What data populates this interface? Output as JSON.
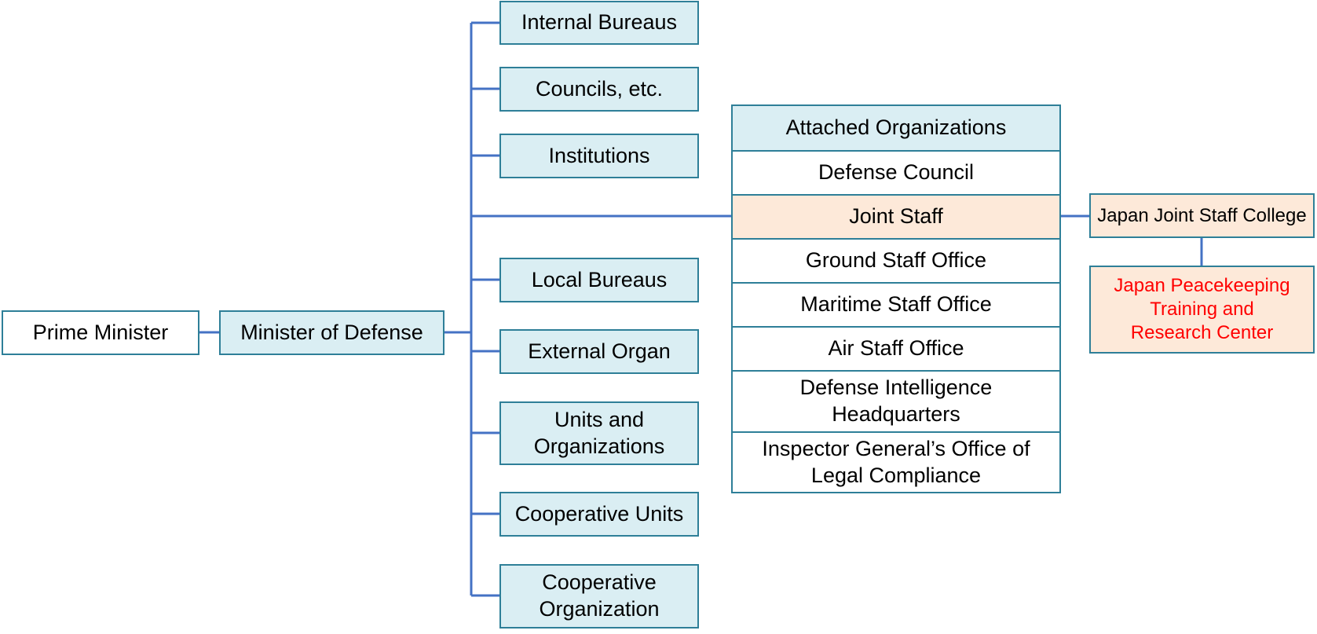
{
  "diagram": {
    "prime_minister": "Prime Minister",
    "minister_of_defense": "Minister of Defense",
    "branches": [
      "Internal Bureaus",
      "Councils, etc.",
      "Institutions",
      "Local Bureaus",
      "External Organ",
      "Units and Organizations",
      "Cooperative Units",
      "Cooperative Organization"
    ],
    "attached": {
      "header": "Attached Organizations",
      "items": [
        "Defense Council",
        "Joint Staff",
        "Ground Staff Office",
        "Maritime Staff Office",
        "Air Staff Office",
        "Defense Intelligence Headquarters",
        "Inspector General’s Office of Legal Compliance"
      ]
    },
    "joint_staff_college": "Japan Joint Staff College",
    "peacekeeping_center": "Japan Peacekeeping Training and Research Center",
    "colors": {
      "line": "#4472c4",
      "border": "#2e7f98",
      "blue_fill": "#daeef3",
      "peach_fill": "#fde9d9",
      "red_text": "#ff0000"
    }
  }
}
